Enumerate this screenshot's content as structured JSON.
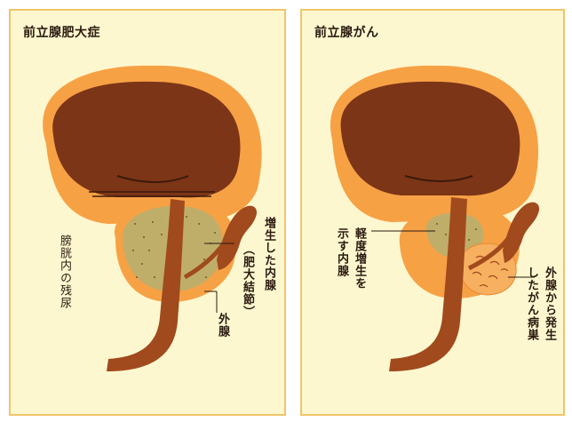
{
  "left_panel": {
    "title": "前立腺肥大症",
    "labels": {
      "residual_urine": "膀胱内の残尿",
      "enlarged_inner_line1": "増生した内腺",
      "enlarged_inner_line2": "（肥大結節）",
      "outer_gland": "外腺"
    }
  },
  "right_panel": {
    "title": "前立腺がん",
    "labels": {
      "mild_inner_line1": "軽度増生を",
      "mild_inner_line2": "示す内腺",
      "lesion_line1": "外腺から発生",
      "lesion_line2": "したがん病巣"
    }
  },
  "colors": {
    "background": "#fdf7cf",
    "border": "#f0c46a",
    "bladder_wall": "#f7a145",
    "bladder_inner": "#7d3517",
    "urethra": "#a14a1d",
    "inner_gland": "#bfae6a",
    "outer_gland": "#f7a145"
  }
}
